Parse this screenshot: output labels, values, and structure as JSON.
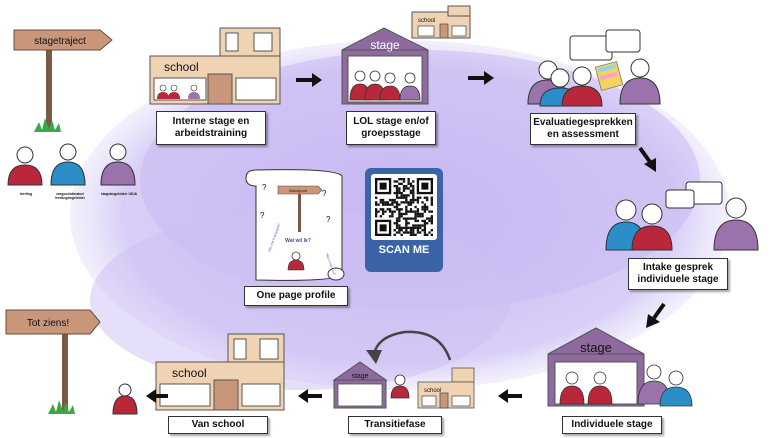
{
  "signs": {
    "start": "stagetraject",
    "end": "Tot ziens!"
  },
  "building_labels": {
    "school_top": "school",
    "stage_top": "stage",
    "school_small_top": "school",
    "stage_bottom": "stage",
    "stage_small": "stage",
    "school_small_bottom": "school",
    "school_bottom": "school"
  },
  "legend": [
    {
      "label": "leerling"
    },
    {
      "label": "zorgcoördinator/ leerlingbegeleider"
    },
    {
      "label": "stagebegeleider UKIA"
    }
  ],
  "steps": {
    "step1": "Interne stage en arbeidstraining",
    "step2": "LOL stage en/of groepsstage",
    "step3": "Evaluatiegesprekken en assessment",
    "step4": "Intake gesprek individuele stage",
    "step5": "Individuele stage",
    "step6": "Transitiefase",
    "step7": "Van school",
    "profile": "One page profile"
  },
  "profile_sheet": {
    "sign": "Standpunt",
    "question": "Wat wil ik?",
    "left_note": "Wat vind ik belangrijk?",
    "right_note": "Wat is mijn hulp?"
  },
  "qr": {
    "label": "SCAN ME"
  },
  "colors": {
    "background_blob": "#cbbef0",
    "building": "#efd3b3",
    "building_stroke": "#555555",
    "house_roof": "#8e6a9e",
    "student_red": "#b8283a",
    "coordinator_blue": "#2b8ec9",
    "supervisor_purple": "#9a73ad",
    "qr_blue": "#3b63a8",
    "sign_wood": "#c9967a",
    "grass": "#3aa84a"
  }
}
